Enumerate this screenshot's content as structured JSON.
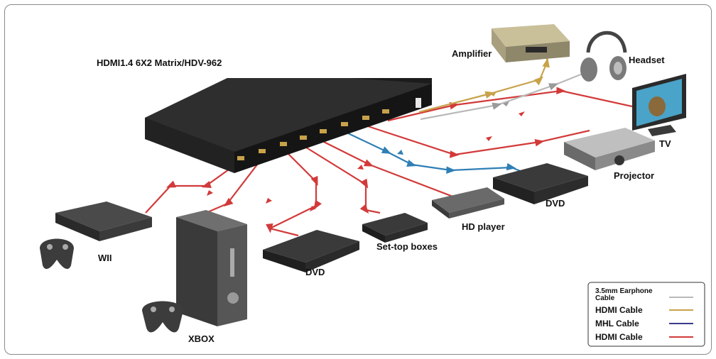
{
  "title": "HDMI1.4 6X2 Matrix/HDV-962",
  "devices": {
    "amplifier": "Amplifier",
    "headset": "Headset",
    "tv": "TV",
    "projector": "Projector",
    "dvd_right": "DVD",
    "hd_player": "HD player",
    "set_top_boxes": "Set-top boxes",
    "dvd_left": "DVD",
    "wii": "WII",
    "xbox": "XBOX"
  },
  "legend": {
    "items": [
      {
        "label_line1": "3.5mm Earphone",
        "label_line2": "Cable",
        "color": "#b9b9b9"
      },
      {
        "label_line1": "HDMI Cable",
        "label_line2": "",
        "color": "#c8a24a"
      },
      {
        "label_line1": "MHL Cable",
        "label_line2": "",
        "color": "#3a3a8a"
      },
      {
        "label_line1": "HDMI Cable",
        "label_line2": "",
        "color": "#d23a3a"
      }
    ]
  },
  "colors": {
    "hdmi_red": "#d23a3a",
    "hdmi_gold": "#c8a24a",
    "mhl_blue": "#2f7fb5",
    "earphone_gray": "#b9b9b9",
    "device_dark": "#2b2b2b"
  }
}
